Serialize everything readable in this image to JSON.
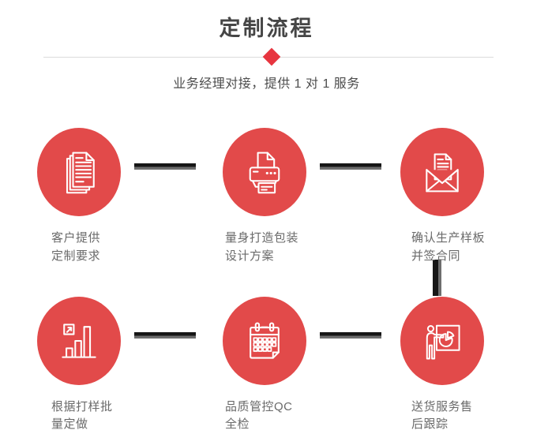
{
  "header": {
    "title": "定制流程",
    "subtitle": "业务经理对接，提供 1 对 1 服务"
  },
  "colors": {
    "accent_red": "#e24a4a",
    "diamond_red": "#e7353f",
    "connector_dark": "#161616",
    "connector_gray": "#6d6d6d"
  },
  "steps": [
    {
      "icon": "documents-icon",
      "label": "客户提供\n定制要求"
    },
    {
      "icon": "printer-icon",
      "label": "量身打造包装\n设计方案"
    },
    {
      "icon": "envelope-icon",
      "label": "确认生产样板\n并签合同"
    },
    {
      "icon": "bar-chart-icon",
      "label": "根据打样批\n量定做"
    },
    {
      "icon": "calendar-icon",
      "label": "品质管控QC\n全检"
    },
    {
      "icon": "presentation-icon",
      "label": "送货服务售\n后跟踪"
    }
  ]
}
